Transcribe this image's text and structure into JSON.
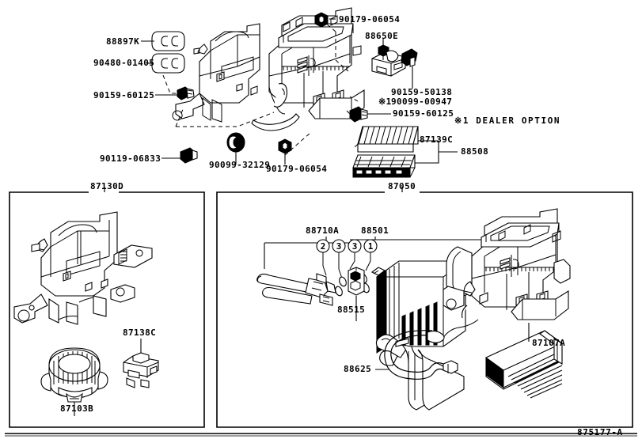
{
  "diagram": {
    "footer_code": "875177-A",
    "dealer_option_note": "※1  DEALER OPTION"
  },
  "top_section": {
    "labels": [
      {
        "id": "lbl-88897k",
        "text": "88897K"
      },
      {
        "id": "lbl-90480-01405",
        "text": "90480-01405"
      },
      {
        "id": "lbl-90159-60125-left",
        "text": "90159-60125"
      },
      {
        "id": "lbl-90119-06833",
        "text": "90119-06833"
      },
      {
        "id": "lbl-90099-32129",
        "text": "90099-32129"
      },
      {
        "id": "lbl-90179-06054-bottom",
        "text": "90179-06054"
      },
      {
        "id": "lbl-90179-06054-top",
        "text": "90179-06054"
      },
      {
        "id": "lbl-88650e",
        "text": "88650E"
      },
      {
        "id": "lbl-90159-50138",
        "text": "90159-50138"
      },
      {
        "id": "lbl-90099-00947",
        "text": "90099-00947"
      },
      {
        "id": "lbl-90099-00947-mark",
        "text": "※1"
      },
      {
        "id": "lbl-90159-60125-right",
        "text": "90159-60125"
      },
      {
        "id": "lbl-87139c",
        "text": "87139C"
      },
      {
        "id": "lbl-88508",
        "text": "88508"
      }
    ]
  },
  "panel_left": {
    "title": "87130D",
    "labels": [
      {
        "id": "lbl-87138c",
        "text": "87138C"
      },
      {
        "id": "lbl-87103b",
        "text": "87103B"
      }
    ]
  },
  "panel_right": {
    "title": "87050",
    "labels": [
      {
        "id": "lbl-88710a",
        "text": "88710A"
      },
      {
        "id": "lbl-88501",
        "text": "88501"
      },
      {
        "id": "lbl-88515",
        "text": "88515"
      },
      {
        "id": "lbl-88625",
        "text": "88625"
      },
      {
        "id": "lbl-87107a",
        "text": "87107A"
      }
    ],
    "callout_numbers": [
      "2",
      "3",
      "3",
      "1"
    ]
  }
}
